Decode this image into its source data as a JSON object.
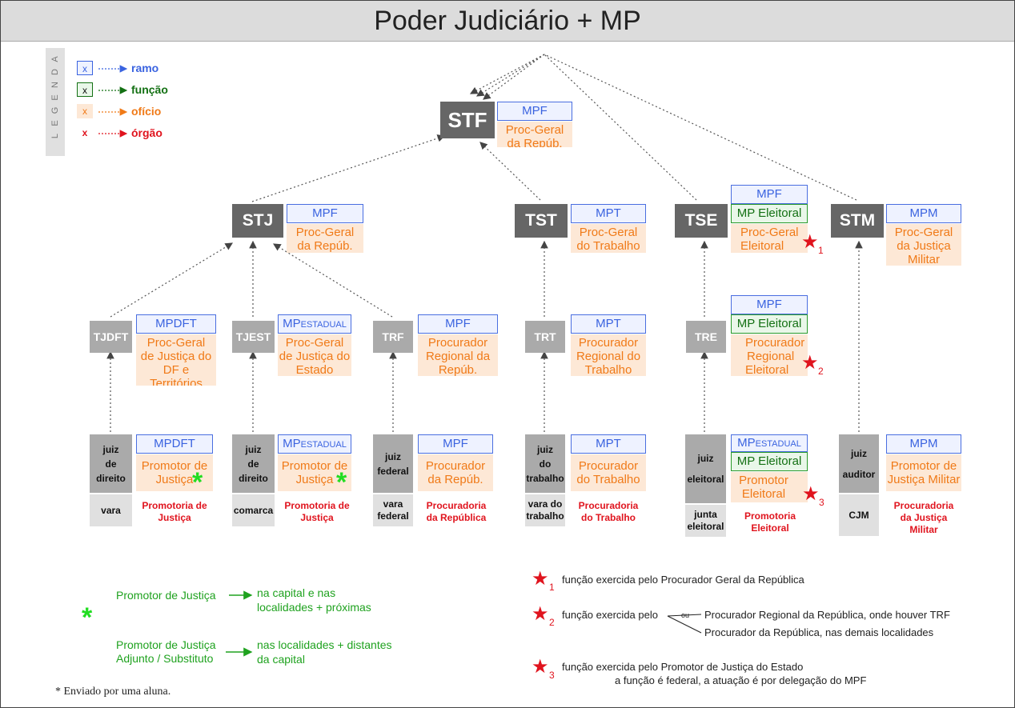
{
  "title": "Poder Judiciário + MP",
  "legend": {
    "side_label": "LEGENDA",
    "box_char": "x",
    "items": [
      {
        "label": "ramo",
        "color": "#3a63e0"
      },
      {
        "label": "função",
        "color": "#137013"
      },
      {
        "label": "ofício",
        "color": "#f07a18"
      },
      {
        "label": "órgão",
        "color": "#e0141e"
      }
    ]
  },
  "top": {
    "court": "STF",
    "ramo": "MPF",
    "oficio_l1": "Proc-Geral",
    "oficio_l2": "da Repúb."
  },
  "superior": {
    "stj": {
      "court": "STJ",
      "ramo": "MPF",
      "oficio_l1": "Proc-Geral",
      "oficio_l2": "da Repúb."
    },
    "tst": {
      "court": "TST",
      "ramo": "MPT",
      "oficio_l1": "Proc-Geral",
      "oficio_l2": "do Trabalho"
    },
    "tse": {
      "court": "TSE",
      "ramo": "MPF",
      "funcao": "MP Eleitoral",
      "oficio_l1": "Proc-Geral",
      "oficio_l2": "Eleitoral",
      "star_num": "1"
    },
    "stm": {
      "court": "STM",
      "ramo": "MPM",
      "oficio_l1": "Proc-Geral",
      "oficio_l2": "da Justiça",
      "oficio_l3": "Militar"
    }
  },
  "second": {
    "tjdft": {
      "court": "TJDFT",
      "ramo": "MPDFT",
      "oficio_l1": "Proc-Geral",
      "oficio_l2": "de Justiça do",
      "oficio_l3": "DF e",
      "oficio_l4": "Territórios"
    },
    "tjest": {
      "court": "TJEST",
      "ramo_main": "MP",
      "ramo_small": "ESTADUAL",
      "oficio_l1": "Proc-Geral",
      "oficio_l2": "de Justiça do",
      "oficio_l3": "Estado"
    },
    "trf": {
      "court": "TRF",
      "ramo": "MPF",
      "oficio_l1": "Procurador",
      "oficio_l2": "Regional da",
      "oficio_l3": "Repúb."
    },
    "trt": {
      "court": "TRT",
      "ramo": "MPT",
      "oficio_l1": "Procurador",
      "oficio_l2": "Regional do",
      "oficio_l3": "Trabalho"
    },
    "tre": {
      "court": "TRE",
      "ramo": "MPF",
      "funcao": "MP Eleitoral",
      "oficio_l1": "Procurador",
      "oficio_l2": "Regional",
      "oficio_l3": "Eleitoral",
      "star_num": "2"
    }
  },
  "first": {
    "c1": {
      "judge_l1": "juiz",
      "judge_l2": "de",
      "judge_l3": "direito",
      "unit": "vara",
      "ramo": "MPDFT",
      "oficio_l1": "Promotor de",
      "oficio_l2": "Justiça",
      "orgao_l1": "Promotoria de",
      "orgao_l2": "Justiça"
    },
    "c2": {
      "judge_l1": "juiz",
      "judge_l2": "de",
      "judge_l3": "direito",
      "unit": "comarca",
      "ramo_main": "MP",
      "ramo_small": "ESTADUAL",
      "oficio_l1": "Promotor de",
      "oficio_l2": "Justiça",
      "orgao_l1": "Promotoria de",
      "orgao_l2": "Justiça"
    },
    "c3": {
      "judge_l1": "juiz",
      "judge_l2": "federal",
      "unit_l1": "vara",
      "unit_l2": "federal",
      "ramo": "MPF",
      "oficio_l1": "Procurador",
      "oficio_l2": "da Repúb.",
      "orgao_l1": "Procuradoria",
      "orgao_l2": "da República"
    },
    "c4": {
      "judge_l1": "juiz",
      "judge_l2": "do",
      "judge_l3": "trabalho",
      "unit_l1": "vara do",
      "unit_l2": "trabalho",
      "ramo": "MPT",
      "oficio_l1": "Procurador",
      "oficio_l2": "do Trabalho",
      "orgao_l1": "Procuradoria",
      "orgao_l2": "do Trabalho"
    },
    "c5": {
      "judge_l1": "juiz",
      "judge_l2": "eleitoral",
      "unit_l1": "junta",
      "unit_l2": "eleitoral",
      "ramo_main": "MP",
      "ramo_small": "ESTADUAL",
      "funcao": "MP Eleitoral",
      "oficio_l1": "Promotor",
      "oficio_l2": "Eleitoral",
      "orgao_l1": "Promotoria",
      "orgao_l2": "Eleitoral",
      "star_num": "3"
    },
    "c6": {
      "judge_l1": "juiz",
      "judge_l2": "auditor",
      "unit": "CJM",
      "ramo": "MPM",
      "oficio_l1": "Promotor de",
      "oficio_l2": "Justiça Militar",
      "orgao_l1": "Procuradoria",
      "orgao_l2": "da Justiça",
      "orgao_l3": "Militar"
    }
  },
  "notes_left": {
    "pj_label": "Promotor de Justiça",
    "pj_text_l1": "na capital e nas",
    "pj_text_l2": "localidades + próximas",
    "pja_label_l1": "Promotor de Justiça",
    "pja_label_l2": "Adjunto / Substituto",
    "pja_text_l1": "nas localidades + distantes",
    "pja_text_l2": "da capital"
  },
  "notes_right": {
    "n1_num": "1",
    "n1_text": "função exercida pelo Procurador Geral da República",
    "n2_num": "2",
    "n2_text": "função exercida pelo",
    "n2_ou": "ou",
    "n2_opt1": "Procurador Regional da República, onde houver TRF",
    "n2_opt2": "Procurador da República, nas demais localidades",
    "n3_num": "3",
    "n3_text_l1": "função exercida pelo Promotor de Justiça do Estado",
    "n3_text_l2": "a função é federal, a atuação é por delegação do MPF"
  },
  "footer": "* Enviado por uma aluna."
}
